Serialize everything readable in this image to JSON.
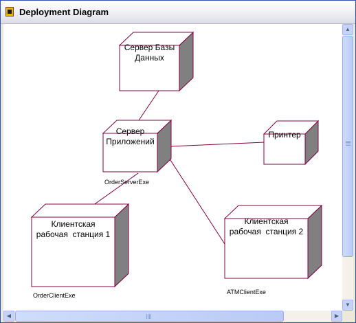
{
  "window": {
    "title": "Deployment Diagram",
    "title_icon": "diagram-icon"
  },
  "diagram": {
    "node_front_color": "#ffffff",
    "node_side_color": "#808080",
    "border_color": "#800040",
    "link_color": "#800040",
    "nodes": [
      {
        "id": "db",
        "label": "Сервер Базы\nДанных"
      },
      {
        "id": "app",
        "label": "Сервер\nПриложений",
        "component": "OrderServerExe"
      },
      {
        "id": "printer",
        "label": "Принтер"
      },
      {
        "id": "ws1",
        "label": "Клиентская\nрабочая  станция 1",
        "component": "OrderClientExe"
      },
      {
        "id": "ws2",
        "label": "Клиентская\nрабочая  станция 2",
        "component": "ATMClientExe"
      }
    ],
    "links": [
      {
        "from": "db",
        "to": "app"
      },
      {
        "from": "app",
        "to": "printer"
      },
      {
        "from": "app",
        "to": "ws1"
      },
      {
        "from": "app",
        "to": "ws2"
      }
    ]
  },
  "scrollbars": {
    "up_icon": "arrow-up-icon",
    "down_icon": "arrow-down-icon",
    "left_icon": "arrow-left-icon",
    "right_icon": "arrow-right-icon"
  }
}
